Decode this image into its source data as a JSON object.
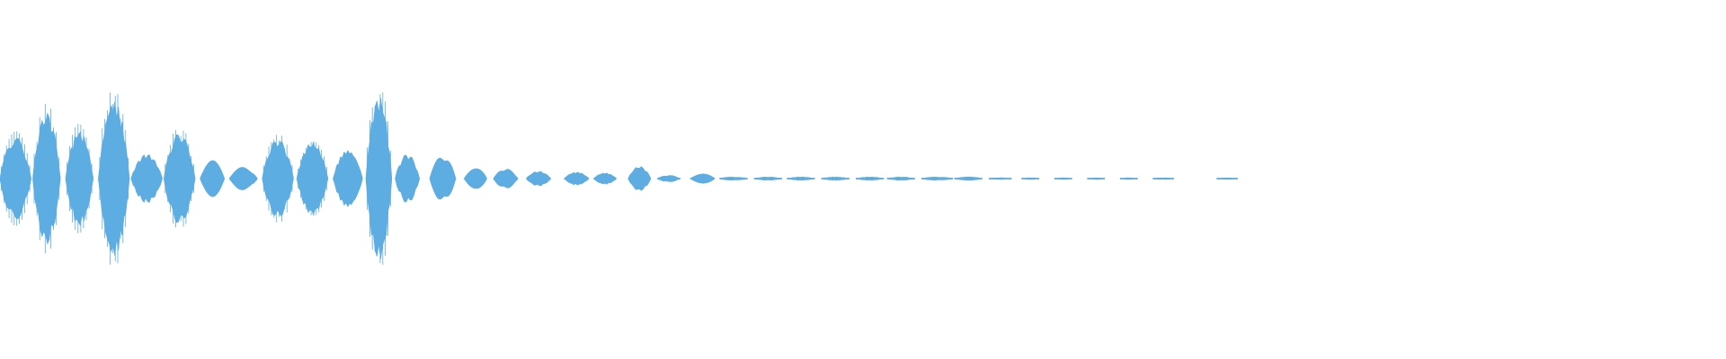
{
  "waveform": {
    "color": "#5dade2",
    "background": "#ffffff",
    "bursts": [
      {
        "t": 0.0,
        "d": 0.018,
        "a": 0.5
      },
      {
        "t": 0.019,
        "d": 0.016,
        "a": 0.8
      },
      {
        "t": 0.038,
        "d": 0.016,
        "a": 0.58
      },
      {
        "t": 0.057,
        "d": 0.018,
        "a": 0.95
      },
      {
        "t": 0.076,
        "d": 0.018,
        "a": 0.3
      },
      {
        "t": 0.095,
        "d": 0.018,
        "a": 0.55
      },
      {
        "t": 0.116,
        "d": 0.014,
        "a": 0.22
      },
      {
        "t": 0.133,
        "d": 0.016,
        "a": 0.14
      },
      {
        "t": 0.152,
        "d": 0.018,
        "a": 0.48
      },
      {
        "t": 0.172,
        "d": 0.018,
        "a": 0.44
      },
      {
        "t": 0.193,
        "d": 0.017,
        "a": 0.35
      },
      {
        "t": 0.212,
        "d": 0.015,
        "a": 1.0
      },
      {
        "t": 0.229,
        "d": 0.014,
        "a": 0.3
      },
      {
        "t": 0.249,
        "d": 0.015,
        "a": 0.28
      },
      {
        "t": 0.269,
        "d": 0.013,
        "a": 0.14
      },
      {
        "t": 0.286,
        "d": 0.014,
        "a": 0.12
      },
      {
        "t": 0.305,
        "d": 0.014,
        "a": 0.09
      },
      {
        "t": 0.327,
        "d": 0.014,
        "a": 0.08
      },
      {
        "t": 0.344,
        "d": 0.013,
        "a": 0.07
      },
      {
        "t": 0.364,
        "d": 0.013,
        "a": 0.15
      },
      {
        "t": 0.381,
        "d": 0.013,
        "a": 0.04
      },
      {
        "t": 0.4,
        "d": 0.014,
        "a": 0.06
      },
      {
        "t": 0.417,
        "d": 0.016,
        "a": 0.02
      },
      {
        "t": 0.437,
        "d": 0.016,
        "a": 0.02
      },
      {
        "t": 0.456,
        "d": 0.016,
        "a": 0.02
      },
      {
        "t": 0.476,
        "d": 0.016,
        "a": 0.02
      },
      {
        "t": 0.496,
        "d": 0.016,
        "a": 0.02
      },
      {
        "t": 0.514,
        "d": 0.016,
        "a": 0.02
      },
      {
        "t": 0.534,
        "d": 0.018,
        "a": 0.02
      },
      {
        "t": 0.553,
        "d": 0.016,
        "a": 0.02
      },
      {
        "t": 0.573,
        "d": 0.013,
        "a": 0.01
      },
      {
        "t": 0.592,
        "d": 0.01,
        "a": 0.01
      },
      {
        "t": 0.611,
        "d": 0.01,
        "a": 0.01
      },
      {
        "t": 0.63,
        "d": 0.01,
        "a": 0.01
      },
      {
        "t": 0.649,
        "d": 0.01,
        "a": 0.01
      },
      {
        "t": 0.668,
        "d": 0.012,
        "a": 0.01
      },
      {
        "t": 0.705,
        "d": 0.012,
        "a": 0.01
      }
    ]
  }
}
